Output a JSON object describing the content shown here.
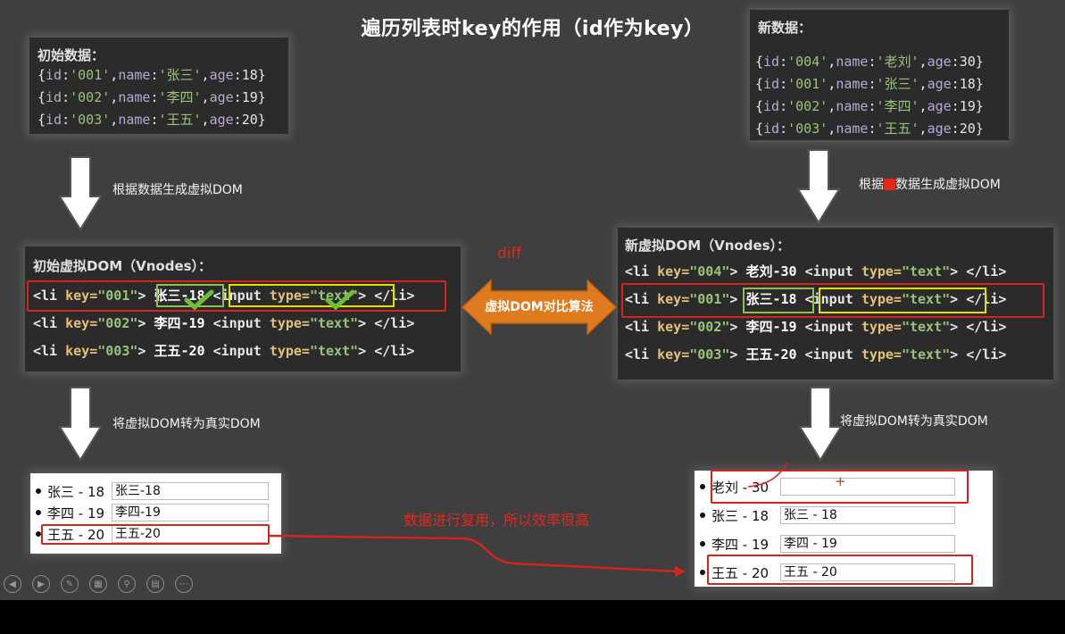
{
  "title": "遍历列表时key的作用（id作为key）",
  "initial_data": {
    "title": "初始数据：",
    "rows": [
      {
        "id": "001",
        "name": "张三",
        "age": "18"
      },
      {
        "id": "002",
        "name": "李四",
        "age": "19"
      },
      {
        "id": "003",
        "name": "王五",
        "age": "20"
      }
    ]
  },
  "new_data": {
    "title": "新数据：",
    "rows": [
      {
        "id": "004",
        "name": "老刘",
        "age": "30"
      },
      {
        "id": "001",
        "name": "张三",
        "age": "18"
      },
      {
        "id": "002",
        "name": "李四",
        "age": "19"
      },
      {
        "id": "003",
        "name": "王五",
        "age": "20"
      }
    ]
  },
  "captions": {
    "gen_left": "根据数据生成虚拟DOM",
    "gen_right_prefix": "根据",
    "gen_right_suffix": "数据生成虚拟DOM",
    "to_real_left": "将虚拟DOM转为真实DOM",
    "to_real_right": "将虚拟DOM转为真实DOM",
    "diff": "diff",
    "compare": "虚拟DOM对比算法",
    "reuse": "数据进行复用，所以效率很高"
  },
  "initial_vdom": {
    "title": "初始虚拟DOM（Vnodes）：",
    "lines": [
      {
        "key": "001",
        "text": "张三-18"
      },
      {
        "key": "002",
        "text": "李四-19"
      },
      {
        "key": "003",
        "text": "王五-20"
      }
    ]
  },
  "new_vdom": {
    "title": "新虚拟DOM（Vnodes）：",
    "lines": [
      {
        "key": "004",
        "text": "老刘-30"
      },
      {
        "key": "001",
        "text": "张三-18"
      },
      {
        "key": "002",
        "text": "李四-19"
      },
      {
        "key": "003",
        "text": "王五-20"
      }
    ]
  },
  "code_tokens": {
    "li_open": "<li ",
    "key_attr": "key=",
    "input": "<input ",
    "type_attr": "type=",
    "type_val": "\"text\"",
    "li_close": "</li>"
  },
  "initial_real_dom": [
    {
      "label": "张三 - 18",
      "input_value": "张三-18"
    },
    {
      "label": "李四 - 19",
      "input_value": "李四-19"
    },
    {
      "label": "王五 - 20",
      "input_value": "王五-20"
    }
  ],
  "new_real_dom": [
    {
      "label": "老刘 - 30",
      "input_value": ""
    },
    {
      "label": "张三 - 18",
      "input_value": "张三 - 18"
    },
    {
      "label": "李四 - 19",
      "input_value": "李四 - 19"
    },
    {
      "label": "王五 - 20",
      "input_value": "王五 - 20"
    }
  ],
  "toolbar": [
    "prev-icon",
    "next-icon",
    "pen-icon",
    "slides-icon",
    "zoom-icon",
    "subtitle-icon",
    "more-icon"
  ],
  "colors": {
    "red": "#d6241c",
    "green": "#8cc152",
    "yellow": "#e3e000",
    "orange": "#e07a1f"
  }
}
